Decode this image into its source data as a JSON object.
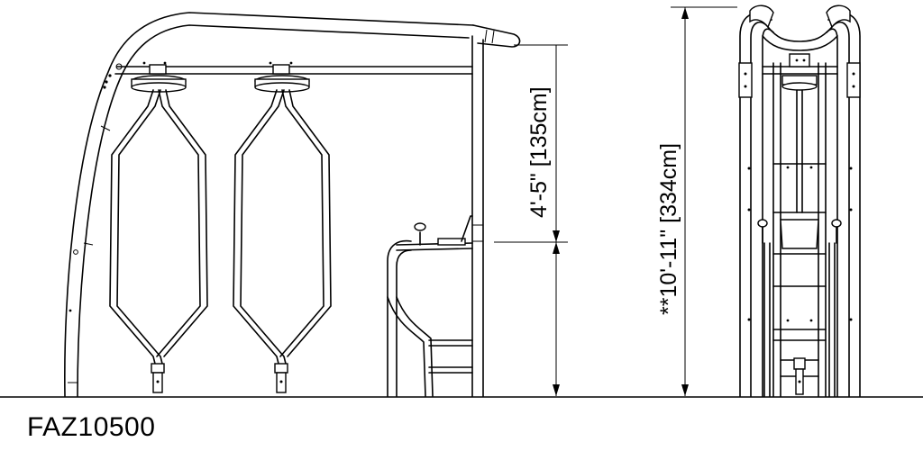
{
  "model_code": "FAZ10500",
  "dimensions": {
    "platform_height": "4'-5\" [135cm]",
    "overall_height": "**10'-11\" [334cm]"
  },
  "colors": {
    "line": "#000000",
    "background": "#ffffff"
  }
}
